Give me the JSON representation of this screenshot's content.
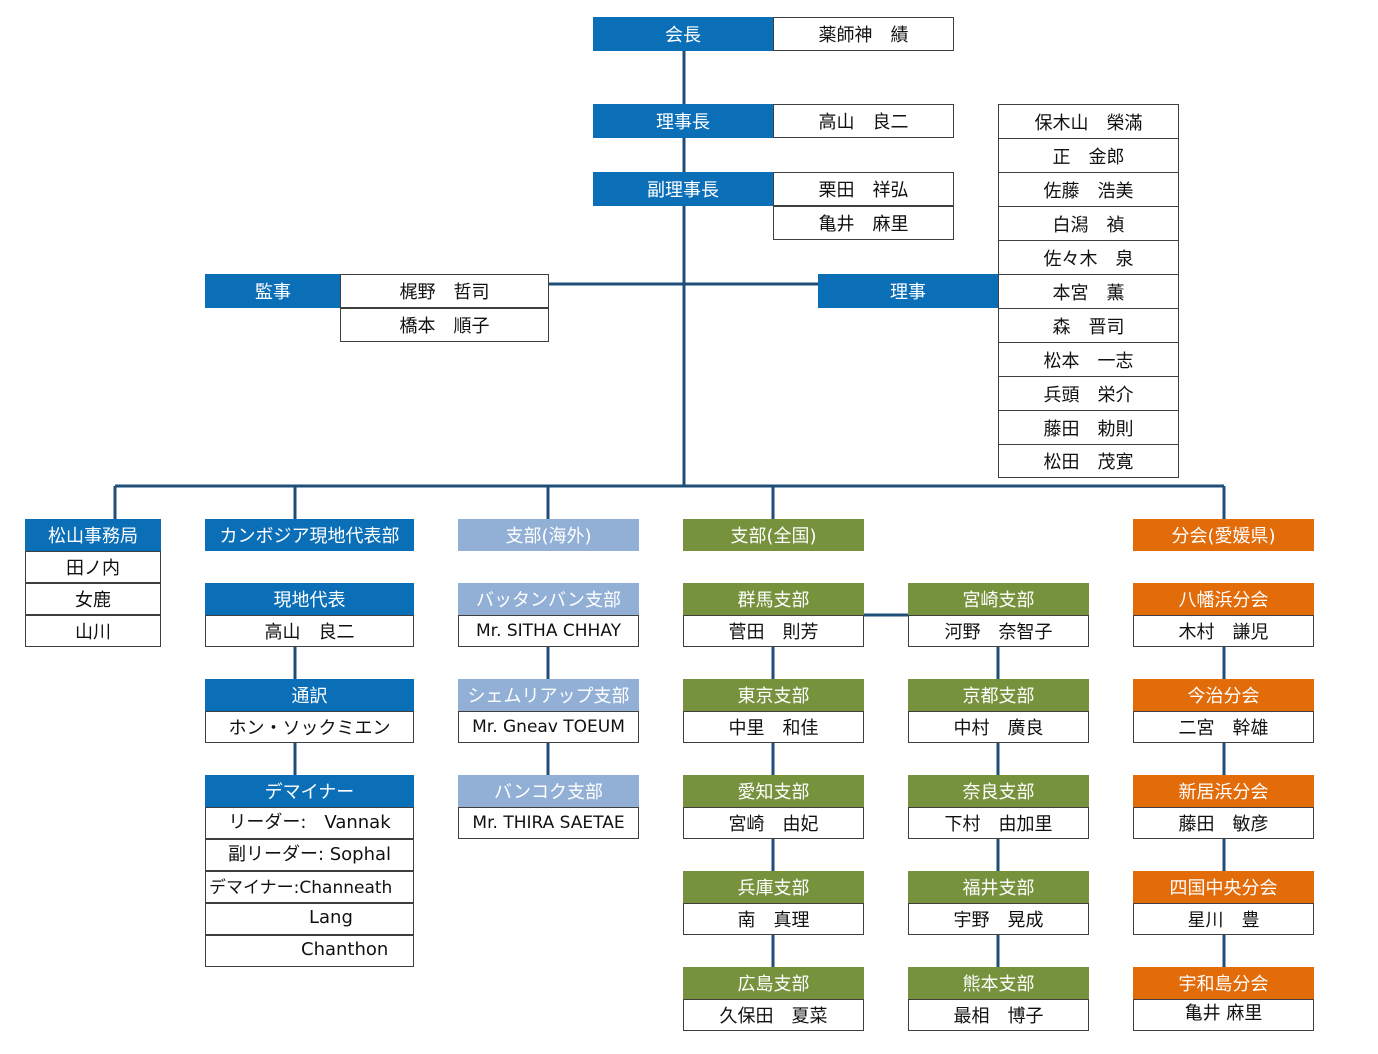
{
  "colors": {
    "blue": "#0b6fb8",
    "light_blue": "#92b0d6",
    "green": "#76923c",
    "orange": "#e26b0a",
    "line": "#1f4e79"
  },
  "executives": {
    "chairman": {
      "title": "会長",
      "name": "薬師神　績"
    },
    "president": {
      "title": "理事長",
      "name": "高山　良二"
    },
    "vice_president": {
      "title": "副理事長",
      "names": [
        "栗田　祥弘",
        "亀井　麻里"
      ]
    },
    "auditors": {
      "title": "監事",
      "names": [
        "梶野　哲司",
        "橋本　順子"
      ]
    },
    "directors": {
      "title": "理事",
      "names": [
        "保木山　榮滿",
        "正　金郎",
        "佐藤　浩美",
        "白潟　禎",
        "佐々木　泉",
        "本宮　薫",
        "森　晋司",
        "松本　一志",
        "兵頭　栄介",
        "藤田　勅則",
        "松田　茂寛"
      ]
    }
  },
  "matsuyama_office": {
    "title": "松山事務局",
    "members": [
      "田ノ内",
      "女鹿",
      "山川"
    ]
  },
  "cambodia": {
    "title": "カンボジア現地代表部",
    "representative": {
      "title": "現地代表",
      "name": "高山　良二"
    },
    "interpreter": {
      "title": "通訳",
      "name": "ホン・ソックミエン"
    },
    "deminers": {
      "title": "デマイナー",
      "members": [
        "リーダー:　Vannak",
        "副リーダー: Sophal",
        "デマイナー:Channeath",
        "Lang",
        "Chanthon"
      ]
    }
  },
  "overseas": {
    "title": "支部(海外)",
    "branches": [
      {
        "title": "バッタンバン支部",
        "name": "Mr. SITHA CHHAY"
      },
      {
        "title": "シェムリアップ支部",
        "name": "Mr. Gneav TOEUM"
      },
      {
        "title": "バンコク支部",
        "name": "Mr. THIRA SAETAE"
      }
    ]
  },
  "national": {
    "title": "支部(全国)",
    "column1": [
      {
        "title": "群馬支部",
        "name": "菅田　則芳"
      },
      {
        "title": "東京支部",
        "name": "中里　和佳"
      },
      {
        "title": "愛知支部",
        "name": "宮崎　由妃"
      },
      {
        "title": "兵庫支部",
        "name": "南　真理"
      },
      {
        "title": "広島支部",
        "name": "久保田　夏菜"
      }
    ],
    "column2": [
      {
        "title": "宮崎支部",
        "name": "河野　奈智子"
      },
      {
        "title": "京都支部",
        "name": "中村　廣良"
      },
      {
        "title": "奈良支部",
        "name": "下村　由加里"
      },
      {
        "title": "福井支部",
        "name": "宇野　晃成"
      },
      {
        "title": "熊本支部",
        "name": "最相　博子"
      }
    ]
  },
  "ehime": {
    "title": "分会(愛媛県)",
    "branches": [
      {
        "title": "八幡浜分会",
        "name": "木村　謙児"
      },
      {
        "title": "今治分会",
        "name": "二宮　幹雄"
      },
      {
        "title": "新居浜分会",
        "name": "藤田　敏彦"
      },
      {
        "title": "四国中央分会",
        "name": "星川　豊"
      },
      {
        "title": "宇和島分会",
        "name": "亀井 麻里"
      }
    ]
  }
}
